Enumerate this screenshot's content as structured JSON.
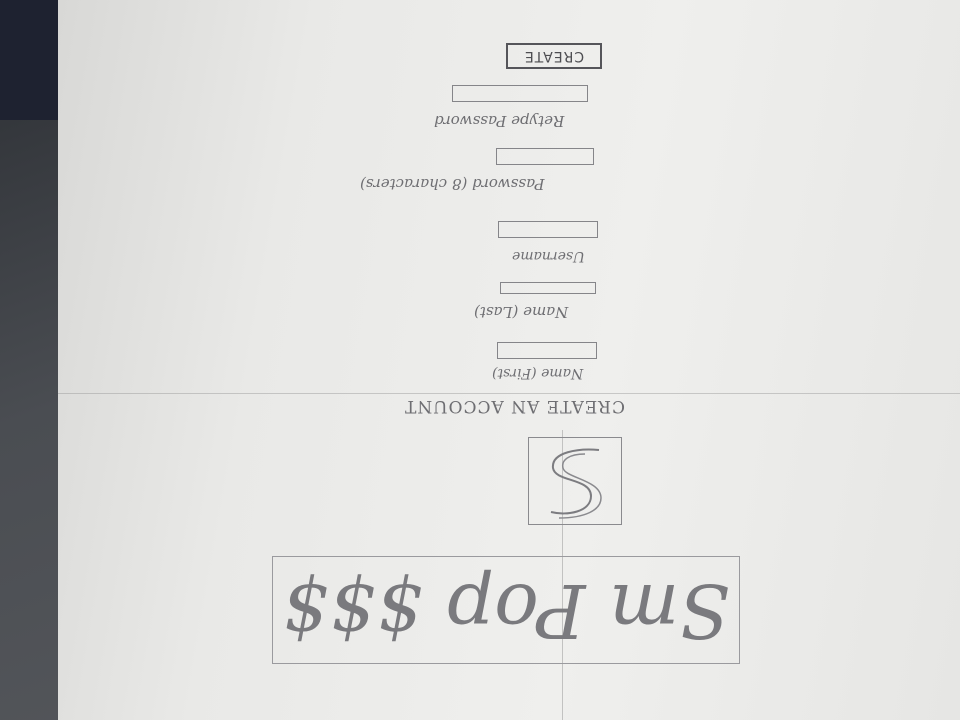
{
  "logo": {
    "text": "Sm Pop $$$"
  },
  "heading": "CREATE AN ACCOUNT",
  "fields": [
    {
      "label": "Name (First)"
    },
    {
      "label": "Name (Last)"
    },
    {
      "label": "Username"
    },
    {
      "label": "Password (8 characters)"
    },
    {
      "label": "Retype Password"
    }
  ],
  "submit": {
    "label": "CREATE"
  }
}
